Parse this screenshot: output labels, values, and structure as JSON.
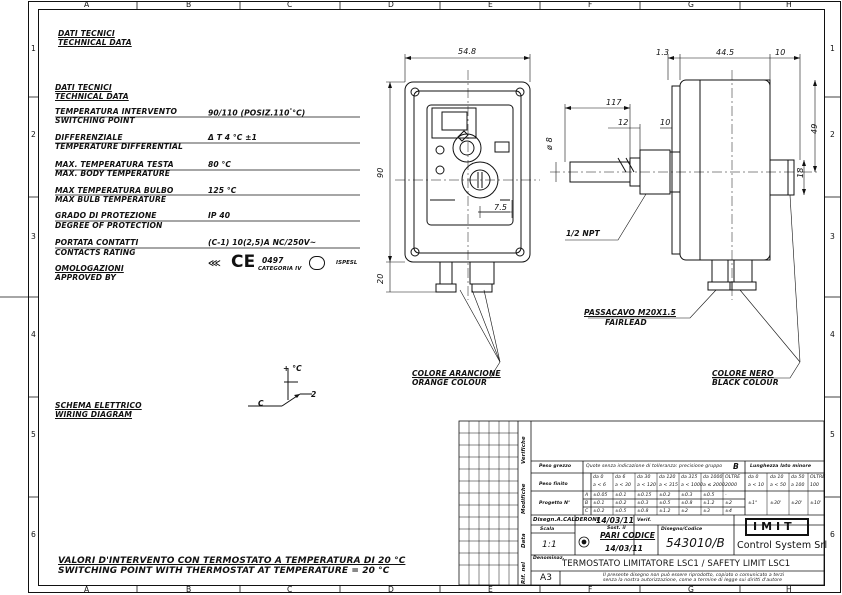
{
  "frame": {
    "col_letters": [
      "A",
      "B",
      "C",
      "D",
      "E",
      "F",
      "G",
      "H"
    ],
    "row_numbers": [
      "1",
      "2",
      "3",
      "4",
      "5",
      "6"
    ]
  },
  "specs": {
    "header": [
      "DATI TECNICI",
      "TECHNICAL DATA"
    ],
    "header2": [
      "DATI TECNICI",
      "TECHNICAL DATA"
    ],
    "rows": [
      {
        "it": "TEMPERATURA INTERVENTO",
        "en": "SWITCHING POINT",
        "value": "90/110 (POSIZ.110",
        "value_sup": "°",
        "value_tail": "°C)"
      },
      {
        "it": "DIFFERENZIALE",
        "en": "TEMPERATURE DIFFERENTIAL",
        "value": "Δ T 4 °C ±1"
      },
      {
        "it": "MAX. TEMPERATURA TESTA",
        "en": "MAX. BODY TEMPERATURE",
        "value": "80 °C"
      },
      {
        "it": "MAX TEMPERATURA BULBO",
        "en": "MAX BULB TEMPERATURE",
        "value": "125 °C"
      },
      {
        "it": "GRADO DI PROTEZIONE",
        "en": "DEGREE OF PROTECTION",
        "value": "IP 40"
      },
      {
        "it": "PORTATA CONTATTI",
        "en": "CONTACTS RATING",
        "value": "(C-1)  10(2,5)A NC/250V~"
      },
      {
        "it": "OMOLOGAZIONI",
        "en": "APPROVED BY",
        "value": ""
      }
    ],
    "approvals": {
      "ce_number": "0497",
      "categoria": "CATEGORIA IV",
      "ispesl": "ISPESL"
    }
  },
  "wiring": {
    "title_it": "SCHEMA ELETTRICO",
    "title_en": "WIRING DIAGRAM",
    "c_label": "C",
    "plus_label": "+ °C",
    "two_label": "2"
  },
  "note": {
    "it": "VALORI D'INTERVENTO CON TERMOSTATO A TEMPERATURA DI 20 °C",
    "en": "SWITCHING POINT WITH THERMOSTAT AT TEMPERATURE = 20 °C"
  },
  "front_view": {
    "width": "54.8",
    "height": "90",
    "stub": "20",
    "offset": "7.5",
    "callout_it": "COLORE ARANCIONE",
    "callout_en": "ORANGE COLOUR"
  },
  "side_view": {
    "d13": "1.3",
    "d445": "44.5",
    "d10": "10",
    "d117": "117",
    "d12": "12",
    "d10b": "10",
    "d49": "49",
    "d18": "18",
    "phi8": "ø 8",
    "npt": "1/2 NPT",
    "fairlead_it": "PASSACAVO M20X1.5",
    "fairlead_en": "FAIRLEAD",
    "callout_it": "COLORE NERO",
    "callout_en": "BLACK COLOUR"
  },
  "title_block": {
    "side_labels": [
      "Verifiche",
      "Modifiche",
      "Data",
      "Rif. nel"
    ],
    "tol_header": "Quote senza indicazione di tolleranza: precisione gruppo",
    "tol_group": "B",
    "peso_grezzo": "Peso grezzo",
    "peso_finito": "Peso finito",
    "progetto": "Progetto N°",
    "ranges": [
      "da 0",
      "da 6",
      "da 30",
      "da 120",
      "da 315",
      "da 1000",
      "OLTRE"
    ],
    "ranges2": [
      "a < 6",
      "a < 30",
      "a < 120",
      "a < 315",
      "a < 1000",
      "a ≤ 2000",
      "2000"
    ],
    "row_a_label": "A",
    "row_a": [
      "±0.05",
      "±0.1",
      "±0.15",
      "±0.2",
      "±0.3",
      "±0.5",
      "-"
    ],
    "row_b_label": "B",
    "row_b": [
      "±0.1",
      "±0.2",
      "±0.3",
      "±0.5",
      "±0.8",
      "±1.2",
      "±2"
    ],
    "row_c_label": "C",
    "row_c": [
      "±0.2",
      "±0.5",
      "±0.8",
      "±1.2",
      "±2",
      "±3",
      "±4"
    ],
    "ang_header": "Lunghezza lato minore",
    "ang_ranges": [
      "da 0",
      "da 10",
      "da 50",
      "OLTRE"
    ],
    "ang_ranges2": [
      "a < 10",
      "a < 50",
      "a 100",
      "100"
    ],
    "ang_vals": [
      "±1°",
      "±30'",
      "±20'",
      "±10'"
    ],
    "disegnatore": "Disegn.A.CALDERONI",
    "date": "14/03/11",
    "verif": "Verif.",
    "scala_label": "Scala",
    "scala": "1:1",
    "sost_label": "Sost. il",
    "pari_codice": "PARI CODICE",
    "date2": "14/03/11",
    "code_label": "Disegno/Codice",
    "code": "543010/B",
    "company": "Control System Srl",
    "logo": "IMIT",
    "denom_label": "Denominaz.",
    "title": "TERMOSTATO LIMITATORE LSC1 / SAFETY LIMIT LSC1",
    "format": "A3",
    "legal1": "Il presente disegno non può essere riprodotto, copiato o comunicato a terzi",
    "legal2": "senza la nostra autorizzazione, come a termine di legge sui diritti d'autore"
  }
}
